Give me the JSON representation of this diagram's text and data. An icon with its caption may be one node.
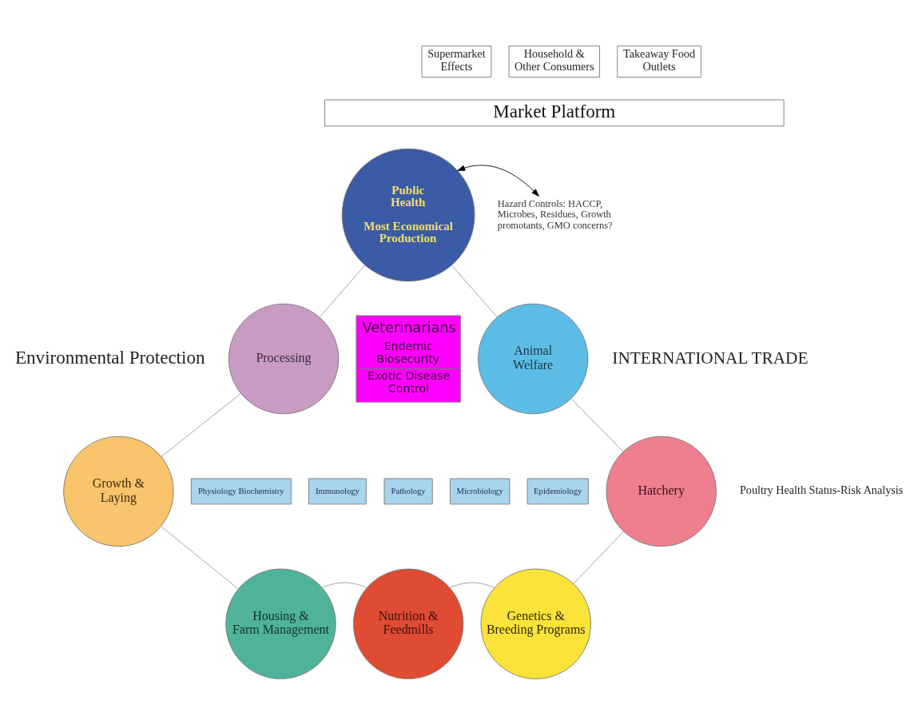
{
  "diagram": {
    "nodes": [
      {
        "text": [
          "Supermarket Effects"
        ]
      },
      {
        "text": [
          "Household & Other Consumers"
        ]
      },
      {
        "text": [
          "Takeaway Food Outlets"
        ]
      },
      {
        "text": [
          "Market Platform"
        ]
      },
      {
        "text": [
          "Public Health",
          "Most Economical Production"
        ]
      },
      {
        "text": [
          "Hazard Controls: HACCP, Microbes, Residues, Growth promotants, GMO concerns?"
        ]
      },
      {
        "text": [
          "Processing"
        ]
      },
      {
        "text": [
          "Animal Welfare"
        ]
      },
      {
        "text": [
          "Veterinarians",
          "Endemic Biosecurity",
          "Exotic Disease Control"
        ]
      },
      {
        "text": [
          "Growth & Laying"
        ]
      },
      {
        "text": [
          "Hatchery"
        ]
      },
      {
        "text": [
          "Physiology Biochemistry"
        ]
      },
      {
        "text": [
          "Immunology"
        ]
      },
      {
        "text": [
          "Pathology"
        ]
      },
      {
        "text": [
          "Microbiology"
        ]
      },
      {
        "text": [
          "Epidemiology"
        ]
      },
      {
        "text": [
          "Housing & Farm Management"
        ]
      },
      {
        "text": [
          "Nutrition & Feedmills"
        ]
      },
      {
        "text": [
          "Genetics & Breeding Programs"
        ]
      }
    ],
    "edges": [
      {
        "from": 4,
        "to": 5,
        "arrow": "both",
        "color": "#000000"
      },
      {
        "from": 4,
        "to": 6,
        "arrow": "none"
      },
      {
        "from": 6,
        "to": 9,
        "arrow": "none"
      },
      {
        "from": 9,
        "to": 16,
        "arrow": "none"
      },
      {
        "from": 4,
        "to": 7,
        "arrow": "none"
      },
      {
        "from": 7,
        "to": 10,
        "arrow": "none"
      },
      {
        "from": 10,
        "to": 18,
        "arrow": "none"
      },
      {
        "from": 16,
        "to": 17,
        "arrow": "none"
      },
      {
        "from": 17,
        "to": 18,
        "arrow": "none"
      }
    ],
    "labels": [
      "Environmental Protection",
      "INTERNATIONAL TRADE",
      "Poultry Health Status-Risk Analysis"
    ]
  }
}
